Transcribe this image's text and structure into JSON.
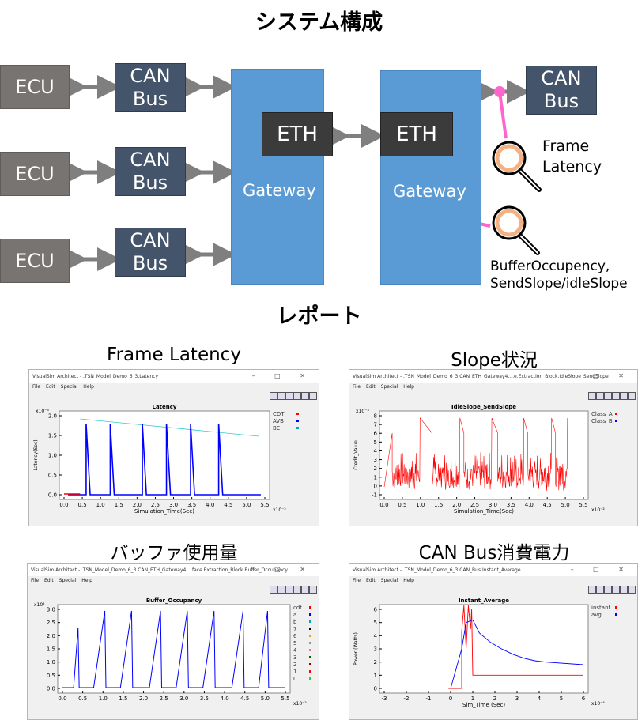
{
  "top_title": "システム構成",
  "report_title": "レポート",
  "diagram": {
    "ecu_label": "ECU",
    "can_bus_line1": "CAN",
    "can_bus_line2": "Bus",
    "eth_label": "ETH",
    "gateway_label": "Gateway",
    "probe1_line1": "Frame",
    "probe1_line2": "Latency",
    "probe2_line1": "BufferOccupency,",
    "probe2_line2": "SendSlope/idleSlope",
    "colors": {
      "ecu": "#777471",
      "can_bus": "#44546a",
      "gateway": "#5b9bd5",
      "eth": "#3b3b3b",
      "arrow": "#7f7f7f",
      "probe_line": "#ff66cc",
      "magnifier_ring": "#f4b183"
    }
  },
  "charts": [
    {
      "caption": "Frame Latency",
      "window_title": "VisualSim Architect - .TSN_Model_Demo_6_3.Latency",
      "menu": [
        "File",
        "Edit",
        "Special",
        "Help"
      ],
      "plot_title": "Latency",
      "xlabel": "Simulation_Time(Sec)",
      "ylabel": "Latency(Sec)",
      "x_exp": "x10⁻²",
      "y_exp": "x10⁻³",
      "xticks": [
        "0.0",
        "0.5",
        "1.0",
        "1.5",
        "2.0",
        "2.5",
        "3.0",
        "3.5",
        "4.0",
        "4.5",
        "5.0",
        "5.5"
      ],
      "yticks": [
        "0.0",
        "0.5",
        "1.0",
        "1.5",
        "2.0"
      ],
      "legend": [
        {
          "name": "CDT",
          "color": "#ff0000"
        },
        {
          "name": "AVB",
          "color": "#0000ff"
        },
        {
          "name": "BE",
          "color": "#00aaaa"
        }
      ]
    },
    {
      "caption": "Slope状況",
      "window_title": "VisualSim Architect - .TSN_Model_Demo_6_3.CAN_ETH_Gateway4....e.Extraction_Block.IdleSlope_SendSlope",
      "menu": [
        "File",
        "Edit",
        "Special",
        "Help"
      ],
      "plot_title": "IdleSlope_SendSlope",
      "xlabel": "Simulation_Time(Sec)",
      "ylabel": "Credit_Value",
      "x_exp": "x10⁻²",
      "y_exp": "x10⁻³",
      "xticks": [
        "0.0",
        "0.5",
        "1.0",
        "1.5",
        "2.0",
        "2.5",
        "3.0",
        "3.5",
        "4.0",
        "4.5",
        "5.0",
        "5.5"
      ],
      "yticks": [
        "-1",
        "0",
        "1",
        "2",
        "3",
        "4",
        "5",
        "6",
        "7",
        "8"
      ],
      "legend": [
        {
          "name": "Class_A",
          "color": "#ff0000"
        },
        {
          "name": "Class_B",
          "color": "#0000ff"
        }
      ]
    },
    {
      "caption": "バッファ使用量",
      "window_title": "VisualSim Architect - .TSN_Model_Demo_6_3.CAN_ETH_Gateway4....face.Extraction_Block.Buffer_Occupancy",
      "menu": [
        "File",
        "Edit",
        "Special",
        "Help"
      ],
      "plot_title": "Buffer_Occupancy",
      "xlabel": "",
      "ylabel": "",
      "x_exp": "x10⁻²",
      "y_exp": "x10²",
      "xticks": [
        "0.0",
        "0.5",
        "1.0",
        "1.5",
        "2.0",
        "2.5",
        "3.0",
        "3.5",
        "4.0",
        "4.5",
        "5.0",
        "5.5"
      ],
      "yticks": [
        "0.0",
        "0.5",
        "1.0",
        "1.5",
        "2.0",
        "2.5",
        "3.0"
      ],
      "legend": [
        {
          "name": "cdt",
          "color": "#ff0000"
        },
        {
          "name": "a",
          "color": "#0000ff"
        },
        {
          "name": "b",
          "color": "#00aaaa"
        },
        {
          "name": "7",
          "color": "#000000"
        },
        {
          "name": "6",
          "color": "#ff9900"
        },
        {
          "name": "5",
          "color": "#999999"
        },
        {
          "name": "4",
          "color": "#ff66cc"
        },
        {
          "name": "3",
          "color": "#006600"
        },
        {
          "name": "2",
          "color": "#990000"
        },
        {
          "name": "1",
          "color": "#ff0000"
        },
        {
          "name": "0",
          "color": "#33cc33"
        }
      ]
    },
    {
      "caption": "CAN Bus消費電力",
      "window_title": "VisualSim Architect - .TSN_Model_Demo_6_3.CAN_Bus.Instant_Average",
      "menu": [
        "File",
        "Edit",
        "Special",
        "Help"
      ],
      "plot_title": "Instant_Average",
      "xlabel": "Sim_Time (Sec)",
      "ylabel": "Power (Watts)",
      "x_exp": "x10⁻⁴",
      "y_exp": "",
      "xticks": [
        "-3",
        "-2",
        "-1",
        "0",
        "1",
        "2",
        "3",
        "4",
        "5",
        "6"
      ],
      "yticks": [
        "0",
        "1",
        "2",
        "3",
        "4",
        "5",
        "6"
      ],
      "legend": [
        {
          "name": "instant",
          "color": "#ff0000"
        },
        {
          "name": "avg",
          "color": "#0000ff"
        }
      ]
    }
  ]
}
